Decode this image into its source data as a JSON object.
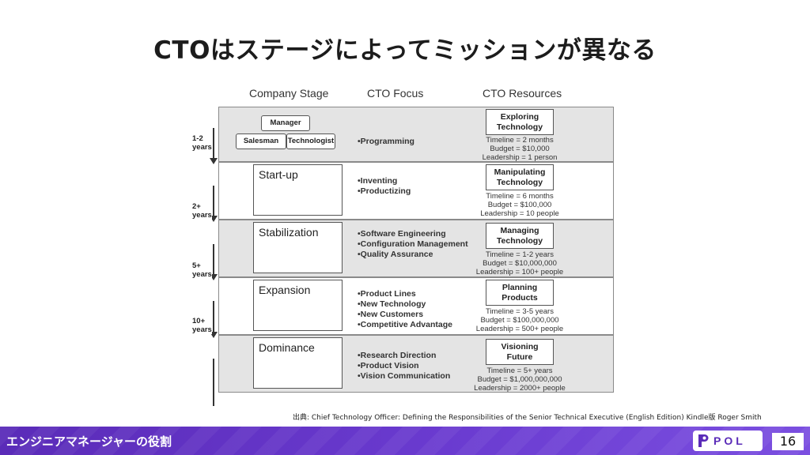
{
  "slide": {
    "title": "CTOはステージによってミッションが異なる",
    "source": "出典: Chief Technology Officer: Defining the Responsibilities of the Senior Technical Executive (English Edition) Kindle版 Roger Smith",
    "page_number": "16"
  },
  "footer": {
    "title": "エンジニアマネージャーの役割",
    "logo_text": "POL",
    "logo_icon": "pol-logo-icon"
  },
  "diagram": {
    "headers": {
      "stage": "Company Stage",
      "focus": "CTO Focus",
      "resources": "CTO Resources"
    },
    "team": {
      "manager": "Manager",
      "salesman": "Salesman",
      "technologist": "Technologist"
    },
    "rows": [
      {
        "stage": "",
        "focus": [
          "•Programming"
        ],
        "resource": "Exploring\nTechnology",
        "meta": "Timeline = 2 months\nBudget = $10,000\nLeadership = 1 person"
      },
      {
        "stage": "Start-up",
        "focus": [
          "•Inventing",
          "•Productizing"
        ],
        "resource": "Manipulating\nTechnology",
        "meta": "Timeline = 6 months\nBudget = $100,000\nLeadership = 10 people"
      },
      {
        "stage": "Stabilization",
        "focus": [
          "•Software Engineering",
          "•Configuration Management",
          "•Quality Assurance"
        ],
        "resource": "Managing\nTechnology",
        "meta": "Timeline = 1-2 years\nBudget = $10,000,000\nLeadership = 100+ people"
      },
      {
        "stage": "Expansion",
        "focus": [
          "•Product Lines",
          "•New Technology",
          "•New Customers",
          "•Competitive Advantage"
        ],
        "resource": "Planning\nProducts",
        "meta": "Timeline = 3-5 years\nBudget = $100,000,000\nLeadership = 500+ people"
      },
      {
        "stage": "Dominance",
        "focus": [
          "•Research Direction",
          "•Product Vision",
          "•Vision Communication"
        ],
        "resource": "Visioning\nFuture",
        "meta": "Timeline = 5+ years\nBudget = $1,000,000,000\nLeadership = 2000+ people"
      }
    ],
    "years": [
      "1-2\nyears",
      "2+\nyears",
      "5+\nyears",
      "10+\nyears"
    ]
  }
}
